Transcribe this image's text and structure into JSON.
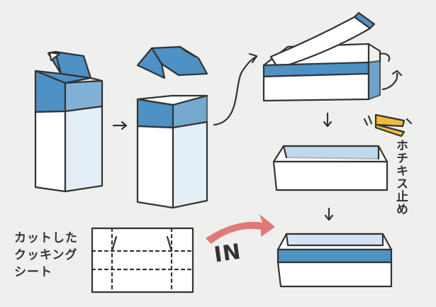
{
  "labels": {
    "sheet_line1": "カットした",
    "sheet_line2": "クッキング",
    "sheet_line3": "シート",
    "in": "IN",
    "staple": "ホチキス止め"
  },
  "colors": {
    "background": "#efefed",
    "carton_blue": "#4d91c5",
    "carton_white": "#ffffff",
    "carton_side": "#e4eef7",
    "outline": "#333333",
    "in_arrow": "#e07a77",
    "staple": "#eebe3a"
  }
}
